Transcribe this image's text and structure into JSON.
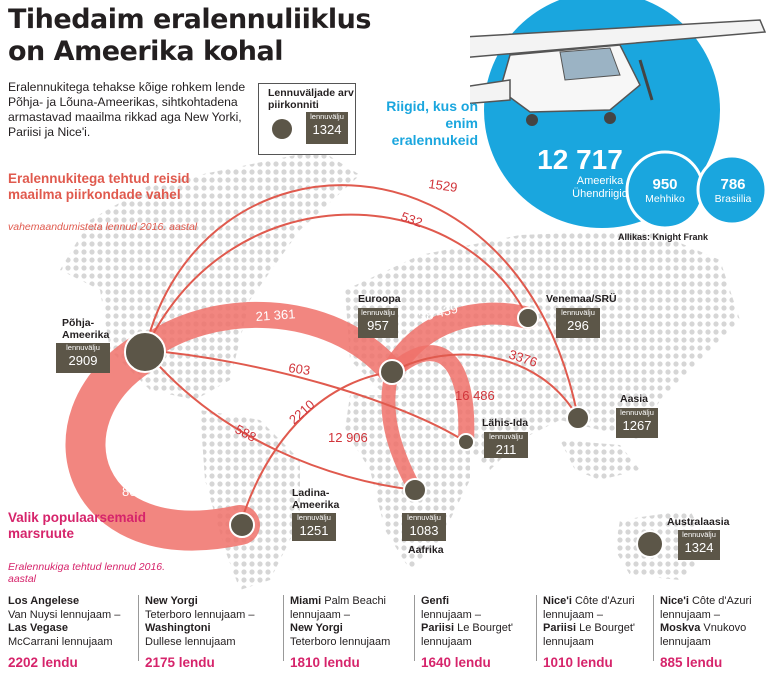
{
  "title_line1": "Tihedaim eralennuliiklus",
  "title_line2": "on Ameerika kohal",
  "intro": "Eralennukitega tehakse kõige rohkem lende Põhja- ja Lõuna-Ameerikas, sihtkohtadena armastavad maailma rikkad aga New Yorki, Pariisi ja Nice'i.",
  "legend": {
    "title": "Lennuväljade arv piirkonniti",
    "label": "lennuvälju",
    "value": "1324"
  },
  "subtitle_flows": "Eralennukitega tehtud reisid maailma piirkondade vahel",
  "subtitle_flows_sub": "vahemaandumisteta lennud 2016. aastal",
  "subtitle_routes": "Valik populaarsemaid marsruute",
  "subtitle_routes_sub": "Eralennukiga tehtud lennud 2016. aastal",
  "source": "Allikas: Knight Frank",
  "countries_heading": "Riigid, kus on enim eralennukeid",
  "countries": [
    {
      "value": "12 717",
      "name": "Ameerika Ühendriigid"
    },
    {
      "value": "950",
      "name": "Mehhiko"
    },
    {
      "value": "786",
      "name": "Brasiilia"
    }
  ],
  "regions": {
    "north_america": {
      "name": "Põhja-Ameerika",
      "label": "lennuvälju",
      "value": "2909"
    },
    "europe": {
      "name": "Euroopa",
      "label": "lennuvälju",
      "value": "957"
    },
    "russia": {
      "name": "Venemaa/SRÜ",
      "label": "lennuvälju",
      "value": "296"
    },
    "asia": {
      "name": "Aasia",
      "label": "lennuvälju",
      "value": "1267"
    },
    "middle_east": {
      "name": "Lähis-Ida",
      "label": "lennuvälju",
      "value": "211"
    },
    "latin_america": {
      "name": "Ladina-Ameerika",
      "label": "lennuvälju",
      "value": "1251"
    },
    "africa": {
      "name": "Aafrika",
      "label": "lennuvälju",
      "value": "1083"
    },
    "australasia": {
      "name": "Australaasia",
      "label": "lennuvälju",
      "value": "1324"
    }
  },
  "flows": {
    "na_asia": "1529",
    "na_russia": "532",
    "na_europe": "21 361",
    "europe_russia": "38 439",
    "europe_asia": "3376",
    "na_middle_east": "603",
    "europe_middle_east": "16 486",
    "latin_europe": "2210",
    "na_africa": "588",
    "europe_africa": "12 906",
    "na_latin": "80 029"
  },
  "routes": [
    {
      "a_city": "Los Angelese",
      "a_airport": "Van Nuysi lennujaam",
      "b_city": "Las Vegase",
      "b_airport": "McCarrani lennujaam",
      "total": "2202 lendu"
    },
    {
      "a_city": "New Yorgi",
      "a_airport": "Teterboro lennujaam",
      "b_city": "Washingtoni",
      "b_airport": "Dullese lennujaam",
      "total": "2175 lendu"
    },
    {
      "a_city": "Miami",
      "a_airport": "Palm Beachi lennujaam",
      "b_city": "New Yorgi",
      "b_airport": "Teterboro lennujaam",
      "total": "1810 lendu"
    },
    {
      "a_city": "Genfi",
      "a_airport": "lennujaam",
      "b_city": "Pariisi",
      "b_airport": "Le Bourget' lennujaam",
      "total": "1640 lendu"
    },
    {
      "a_city": "Nice'i",
      "a_airport": "Côte d'Azuri lennujaam",
      "b_city": "Pariisi",
      "b_airport": "Le Bourget' lennujaam",
      "total": "1010 lendu"
    },
    {
      "a_city": "Nice'i",
      "a_airport": "Côte d'Azuri lennujaam",
      "b_city": "Moskva",
      "b_airport": "Vnukovo lennujaam",
      "total": "885 lendu"
    }
  ]
}
